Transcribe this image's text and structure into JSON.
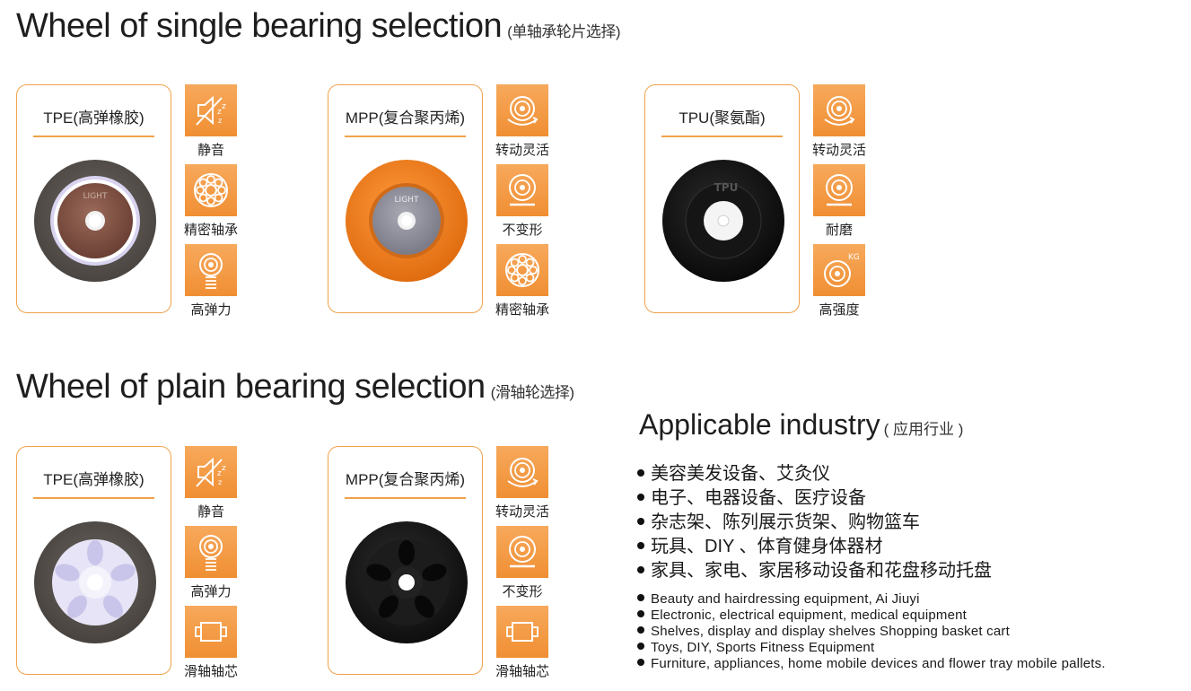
{
  "single": {
    "title": "Wheel of single bearing selection",
    "subtitle": "(单轴承轮片选择)",
    "cards": [
      {
        "name": "TPE(高弹橡胶)",
        "features": [
          {
            "label": "静音",
            "icon": "mute-icon"
          },
          {
            "label": "精密轴承",
            "icon": "ball-bearing-icon"
          },
          {
            "label": "高弹力",
            "icon": "spring-icon"
          }
        ]
      },
      {
        "name": "MPP(复合聚丙烯)",
        "features": [
          {
            "label": "转动灵活",
            "icon": "rotation-icon"
          },
          {
            "label": "不变形",
            "icon": "stable-wheel-icon"
          },
          {
            "label": "精密轴承",
            "icon": "ball-bearing-icon"
          }
        ]
      },
      {
        "name": "TPU(聚氨酯)",
        "features": [
          {
            "label": "转动灵活",
            "icon": "rotation-icon"
          },
          {
            "label": "耐磨",
            "icon": "wear-resistant-icon"
          },
          {
            "label": "高强度",
            "icon": "weight-kg-icon"
          }
        ]
      }
    ]
  },
  "plain": {
    "title": "Wheel of plain bearing selection",
    "subtitle": "(滑轴轮选择)",
    "cards": [
      {
        "name": "TPE(高弹橡胶)",
        "features": [
          {
            "label": "静音",
            "icon": "mute-icon"
          },
          {
            "label": "高弹力",
            "icon": "spring-icon"
          },
          {
            "label": "滑轴轴芯",
            "icon": "sleeve-bearing-icon"
          }
        ]
      },
      {
        "name": "MPP(复合聚丙烯)",
        "features": [
          {
            "label": "转动灵活",
            "icon": "rotation-icon"
          },
          {
            "label": "不变形",
            "icon": "stable-wheel-icon"
          },
          {
            "label": "滑轴轴芯",
            "icon": "sleeve-bearing-icon"
          }
        ]
      }
    ]
  },
  "industry": {
    "title": "Applicable industry",
    "subtitle": "( 应用行业 )",
    "cn": [
      "美容美发设备、艾灸仪",
      "电子、电器设备、医疗设备",
      "杂志架、陈列展示货架、购物篮车",
      "玩具、DIY 、体育健身体器材",
      "家具、家电、家居移动设备和花盘移动托盘"
    ],
    "en": [
      "Beauty and hairdressing equipment, Ai Jiuyi",
      "Electronic, electrical equipment, medical equipment",
      "Shelves, display and display shelves Shopping basket cart",
      "Toys, DIY, Sports Fitness Equipment",
      "Furniture, appliances, home mobile devices and flower tray mobile pallets."
    ]
  },
  "wheel_marks": {
    "light": "LIGHT",
    "tpu": "TPU",
    "kg": "KG"
  },
  "colors": {
    "accent": "#f0a24a",
    "icon_bg": "#f39b45"
  }
}
